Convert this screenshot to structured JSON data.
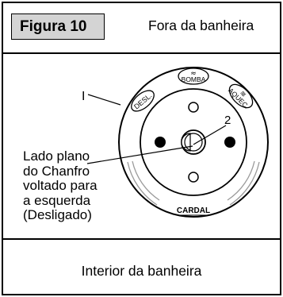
{
  "header": {
    "figure_label": "Figura 10",
    "outside_label": "Fora da banheira"
  },
  "footer": {
    "inside_label": "Interior da banheira"
  },
  "diagram": {
    "callout_1": "I",
    "callout_2": "2",
    "knob_labels": {
      "desl": "DESL.",
      "bomba": "BOMBA",
      "bomba_symbol": "≈",
      "aquec": "AQUEC.",
      "aquec_symbol": "≋",
      "brand": "CARDAL"
    },
    "annotation_lines": [
      "Lado plano",
      "do Chanfro",
      "voltado para",
      "a esquerda",
      "(Desligado)"
    ]
  }
}
